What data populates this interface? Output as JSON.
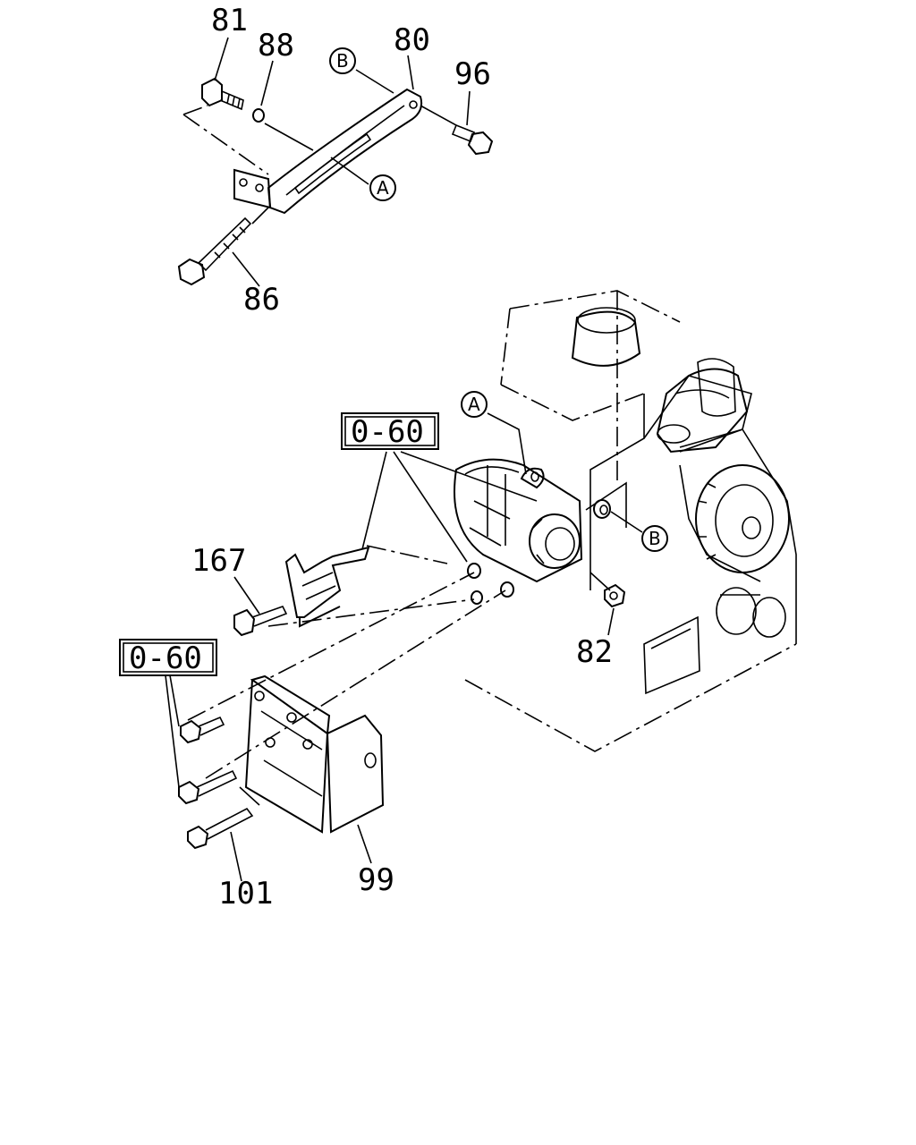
{
  "diagram": {
    "part_labels": {
      "p81": "81",
      "p88": "88",
      "p80": "80",
      "p96": "96",
      "p86": "86",
      "p167": "167",
      "p82": "82",
      "p101": "101",
      "p99": "99"
    },
    "ref_boxes": {
      "ref_upper": "0-60",
      "ref_lower": "0-60"
    },
    "callouts": {
      "a_top": "A",
      "b_top": "B",
      "a_mid": "A",
      "b_mid": "B"
    }
  }
}
